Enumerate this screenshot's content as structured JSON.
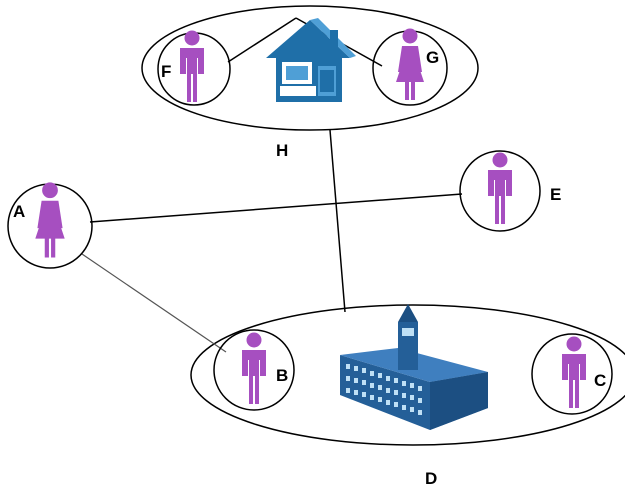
{
  "colors": {
    "person": "#a64fc0",
    "person_dark": "#8a3aa6",
    "line": "#000000",
    "line_light": "#555555",
    "house": "#1f6fa8",
    "house_light": "#4f9fd6",
    "building": "#245f98",
    "building_light": "#3f7fbf",
    "window": "#bfe0f5"
  },
  "labels": {
    "a": "A",
    "b": "B",
    "c": "C",
    "d": "D",
    "e": "E",
    "f": "F",
    "g": "G",
    "h": "H"
  },
  "icons": {
    "person_male": "male-person-icon",
    "person_female": "female-person-icon",
    "home": "house-icon",
    "institution": "school-building-icon"
  }
}
